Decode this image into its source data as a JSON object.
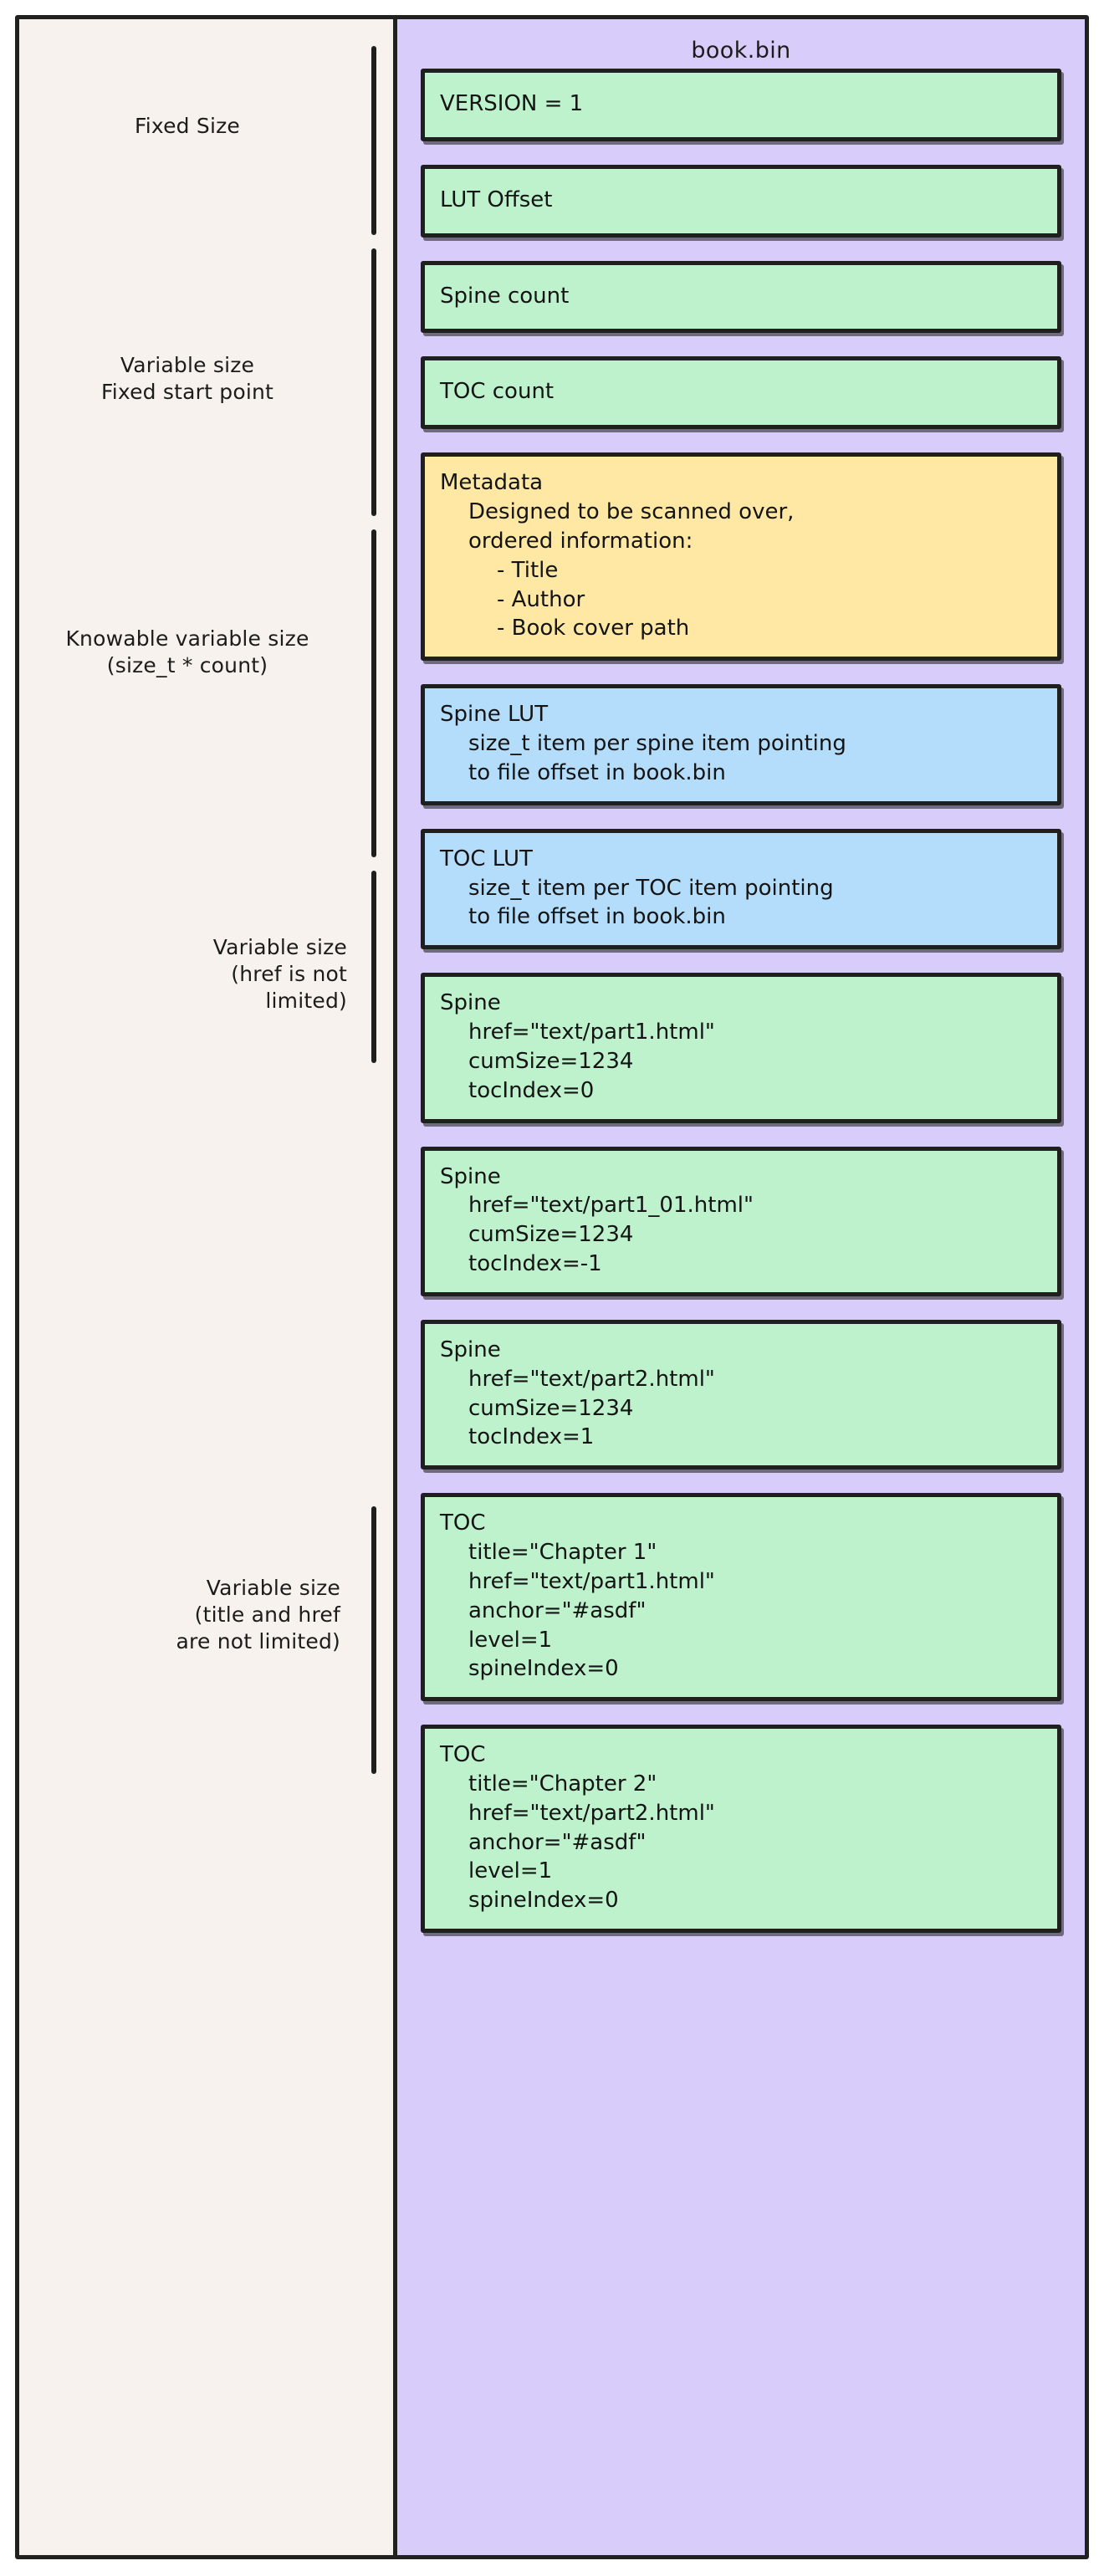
{
  "file": {
    "title": "book.bin"
  },
  "colors": {
    "container": "#d8ccfb",
    "green": "#bdf2cd",
    "yellow": "#ffe8a3",
    "blue": "#b3ddfb",
    "page": "#f7f2ee",
    "stroke": "#1f1f1d"
  },
  "annotations": [
    {
      "text": "Fixed Size"
    },
    {
      "text": "Variable size\nFixed start point"
    },
    {
      "text": "Knowable variable size\n(size_t * count)"
    },
    {
      "text": "Variable size\n(href is not\nlimited)"
    },
    {
      "text": "Variable size\n(title and href\nare not limited)"
    }
  ],
  "blocks": [
    {
      "name": "version",
      "color": "green",
      "single": true,
      "head": "VERSION = 1",
      "lines": []
    },
    {
      "name": "lut-offset",
      "color": "green",
      "single": true,
      "head": "LUT Offset",
      "lines": []
    },
    {
      "name": "spine-count",
      "color": "green",
      "single": true,
      "head": "Spine count",
      "lines": []
    },
    {
      "name": "toc-count",
      "color": "green",
      "single": true,
      "head": "TOC count",
      "lines": []
    },
    {
      "name": "metadata",
      "color": "yellow",
      "single": false,
      "head": "Metadata",
      "lines": [
        {
          "indent": 1,
          "text": "Designed to be scanned over,"
        },
        {
          "indent": 1,
          "text": "ordered information:"
        },
        {
          "indent": 2,
          "text": "- Title"
        },
        {
          "indent": 2,
          "text": "- Author"
        },
        {
          "indent": 2,
          "text": "- Book cover path"
        }
      ]
    },
    {
      "name": "spine-lut",
      "color": "blue",
      "single": false,
      "head": "Spine LUT",
      "lines": [
        {
          "indent": 1,
          "text": "size_t item per spine item pointing"
        },
        {
          "indent": 1,
          "text": "to file offset in book.bin"
        }
      ]
    },
    {
      "name": "toc-lut",
      "color": "blue",
      "single": false,
      "head": "TOC LUT",
      "lines": [
        {
          "indent": 1,
          "text": "size_t item per TOC item pointing"
        },
        {
          "indent": 1,
          "text": "to file offset in book.bin"
        }
      ]
    },
    {
      "name": "spine-1",
      "color": "green",
      "single": false,
      "head": "Spine",
      "lines": [
        {
          "indent": 1,
          "text": "href=\"text/part1.html\""
        },
        {
          "indent": 1,
          "text": "cumSize=1234"
        },
        {
          "indent": 1,
          "text": "tocIndex=0"
        }
      ]
    },
    {
      "name": "spine-2",
      "color": "green",
      "single": false,
      "head": "Spine",
      "lines": [
        {
          "indent": 1,
          "text": "href=\"text/part1_01.html\""
        },
        {
          "indent": 1,
          "text": "cumSize=1234"
        },
        {
          "indent": 1,
          "text": "tocIndex=-1"
        }
      ]
    },
    {
      "name": "spine-3",
      "color": "green",
      "single": false,
      "head": "Spine",
      "lines": [
        {
          "indent": 1,
          "text": "href=\"text/part2.html\""
        },
        {
          "indent": 1,
          "text": "cumSize=1234"
        },
        {
          "indent": 1,
          "text": "tocIndex=1"
        }
      ]
    },
    {
      "name": "toc-1",
      "color": "green",
      "single": false,
      "head": "TOC",
      "lines": [
        {
          "indent": 1,
          "text": "title=\"Chapter 1\""
        },
        {
          "indent": 1,
          "text": "href=\"text/part1.html\""
        },
        {
          "indent": 1,
          "text": "anchor=\"#asdf\""
        },
        {
          "indent": 1,
          "text": "level=1"
        },
        {
          "indent": 1,
          "text": "spineIndex=0"
        }
      ]
    },
    {
      "name": "toc-2",
      "color": "green",
      "single": false,
      "head": "TOC",
      "lines": [
        {
          "indent": 1,
          "text": "title=\"Chapter 2\""
        },
        {
          "indent": 1,
          "text": "href=\"text/part2.html\""
        },
        {
          "indent": 1,
          "text": "anchor=\"#asdf\""
        },
        {
          "indent": 1,
          "text": "level=1"
        },
        {
          "indent": 1,
          "text": "spineIndex=0"
        }
      ]
    }
  ]
}
